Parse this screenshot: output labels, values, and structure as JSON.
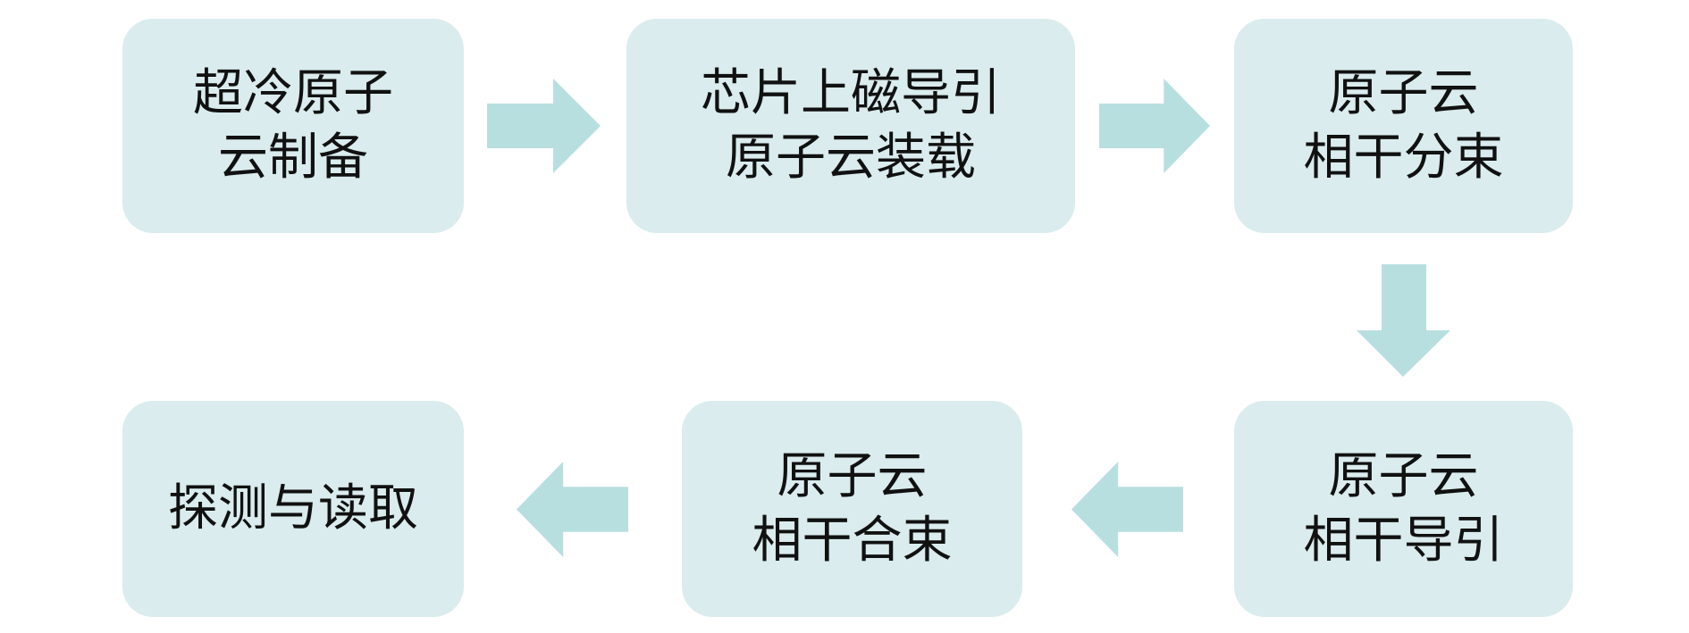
{
  "colors": {
    "box": "#daeced",
    "arrow": "#b8dfe0",
    "text": "#111111"
  },
  "steps": [
    {
      "lines": [
        "超冷原子",
        "云制备"
      ]
    },
    {
      "lines": [
        "芯片上磁导引",
        "原子云装载"
      ]
    },
    {
      "lines": [
        "原子云",
        "相干分束"
      ]
    },
    {
      "lines": [
        "原子云",
        "相干导引"
      ]
    },
    {
      "lines": [
        "原子云",
        "相干合束"
      ]
    },
    {
      "lines": [
        "探测与读取"
      ]
    }
  ]
}
